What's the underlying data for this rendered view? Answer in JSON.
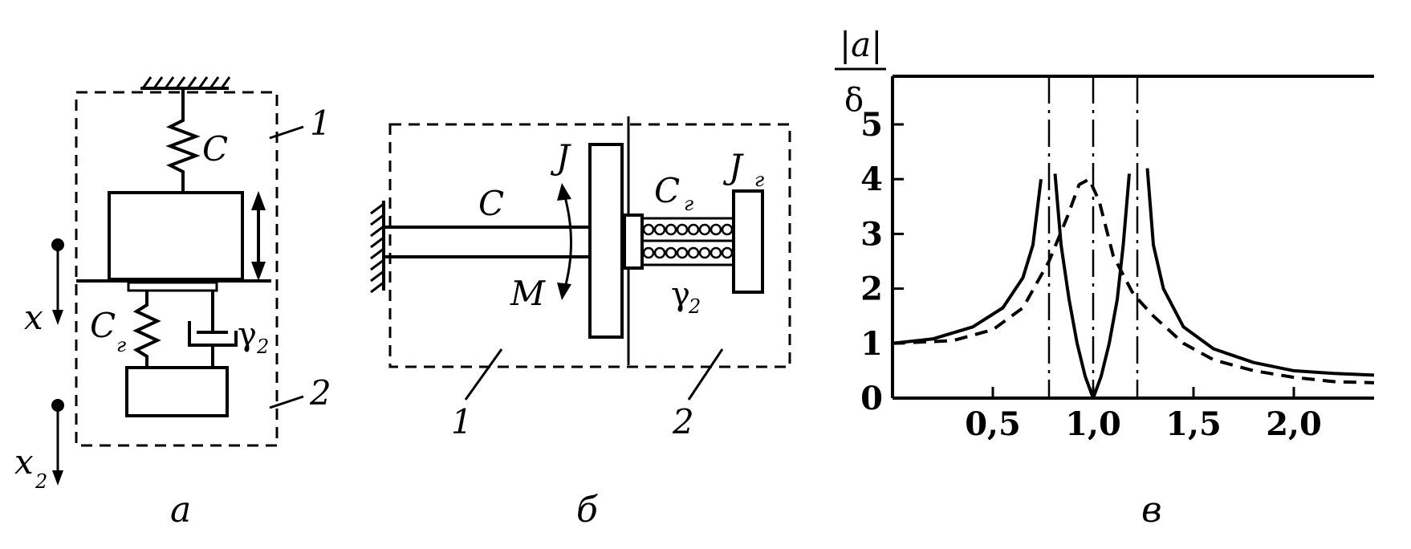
{
  "diagram_a": {
    "caption": "а",
    "label_C": "C",
    "label_Cg": "C",
    "label_Cg_sub": "г",
    "label_gamma": "γ",
    "label_gamma_sub": "2",
    "label_x": "x",
    "label_x2": "x",
    "label_x2_sub": "2",
    "marker_1": "1",
    "marker_2": "2"
  },
  "diagram_b": {
    "caption": "б",
    "label_J": "J",
    "label_C": "C",
    "label_Cg": "C",
    "label_Cg_sub": "г",
    "label_Jg": "J",
    "label_Jg_sub": "г",
    "label_M": "M",
    "label_gamma": "γ",
    "label_gamma_sub": "2",
    "marker_1": "1",
    "marker_2": "2"
  },
  "chart_data": {
    "type": "line",
    "caption": "в",
    "ylabel_top": "|a|",
    "ylabel_bottom": "δ",
    "xlim": [
      0.0,
      2.4
    ],
    "ylim": [
      0,
      6
    ],
    "x_tick_labels": [
      "0,5",
      "1,0",
      "1,5",
      "2,0"
    ],
    "x_ticks": [
      0.5,
      1.0,
      1.5,
      2.0
    ],
    "y_tick_labels": [
      "0",
      "1",
      "2",
      "3",
      "4",
      "5"
    ],
    "y_ticks": [
      0,
      1,
      2,
      3,
      4,
      5
    ],
    "vertical_dashdot_lines": [
      0.78,
      1.0,
      1.22
    ],
    "series": [
      {
        "style": "solid",
        "segments": [
          [
            [
              0.0,
              1.0
            ],
            [
              0.2,
              1.08
            ],
            [
              0.4,
              1.3
            ],
            [
              0.55,
              1.65
            ],
            [
              0.65,
              2.2
            ],
            [
              0.7,
              2.8
            ],
            [
              0.74,
              4.0
            ]
          ],
          [
            [
              0.81,
              4.1
            ],
            [
              0.84,
              2.8
            ],
            [
              0.88,
              1.8
            ],
            [
              0.92,
              1.0
            ],
            [
              0.96,
              0.4
            ],
            [
              1.0,
              0.0
            ],
            [
              1.04,
              0.4
            ],
            [
              1.08,
              1.0
            ],
            [
              1.12,
              1.8
            ],
            [
              1.15,
              2.8
            ],
            [
              1.18,
              4.1
            ]
          ],
          [
            [
              1.27,
              4.2
            ],
            [
              1.3,
              2.8
            ],
            [
              1.35,
              2.0
            ],
            [
              1.45,
              1.3
            ],
            [
              1.6,
              0.9
            ],
            [
              1.8,
              0.65
            ],
            [
              2.0,
              0.5
            ],
            [
              2.2,
              0.45
            ],
            [
              2.4,
              0.42
            ]
          ]
        ]
      },
      {
        "style": "dashed",
        "segments": [
          [
            [
              0.0,
              1.0
            ],
            [
              0.3,
              1.05
            ],
            [
              0.5,
              1.25
            ],
            [
              0.65,
              1.65
            ],
            [
              0.78,
              2.5
            ],
            [
              0.87,
              3.3
            ],
            [
              0.93,
              3.9
            ],
            [
              0.98,
              4.0
            ],
            [
              1.03,
              3.6
            ],
            [
              1.1,
              2.6
            ],
            [
              1.2,
              1.9
            ],
            [
              1.3,
              1.5
            ],
            [
              1.45,
              1.0
            ],
            [
              1.6,
              0.7
            ],
            [
              1.8,
              0.5
            ],
            [
              2.0,
              0.38
            ],
            [
              2.2,
              0.3
            ],
            [
              2.4,
              0.28
            ]
          ]
        ]
      }
    ]
  }
}
